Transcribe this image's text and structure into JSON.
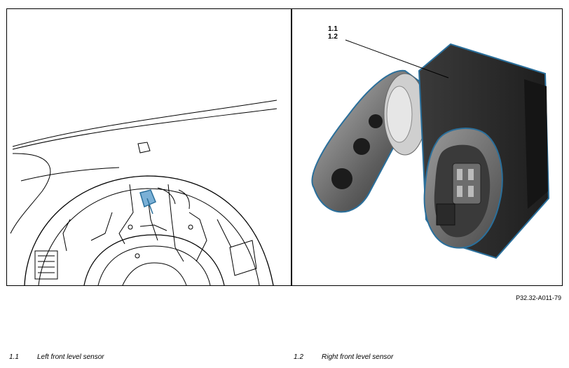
{
  "figure": {
    "reference_code": "P32.32-A011-79",
    "callouts": [
      "1.1",
      "1.2"
    ]
  },
  "legend": [
    {
      "number": "1.1",
      "text": "Left front level sensor"
    },
    {
      "number": "1.2",
      "text": "Right front level sensor"
    }
  ],
  "colors": {
    "line": "#000000",
    "sensor_highlight": "#2a6f9b",
    "sensor_body": "#2b2b2b"
  }
}
